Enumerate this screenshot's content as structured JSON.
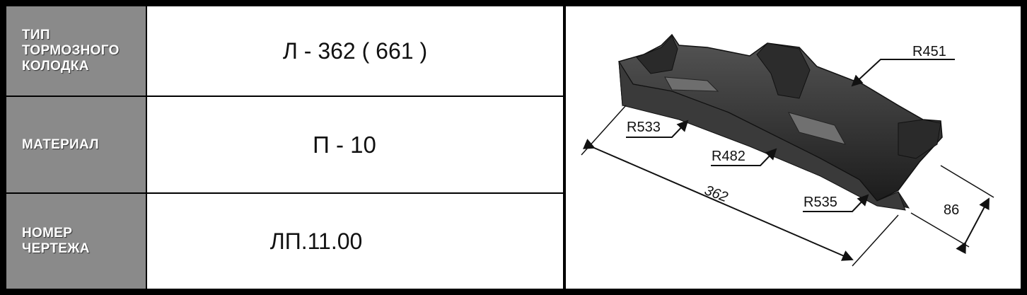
{
  "rows": [
    {
      "label": "ТИП\nТОРМОЗНОГО\nКОЛОДКА",
      "value": "Л - 362 ( 661 )"
    },
    {
      "label": "МАТЕРИАЛ",
      "value": "П - 10"
    },
    {
      "label": "НОМЕР\nЧЕРТЕЖА",
      "value": "ЛП.11.00"
    }
  ],
  "drawing": {
    "r451": "R451",
    "r533": "R533",
    "r482": "R482",
    "r535": "R535",
    "length": "362",
    "width": "86"
  }
}
